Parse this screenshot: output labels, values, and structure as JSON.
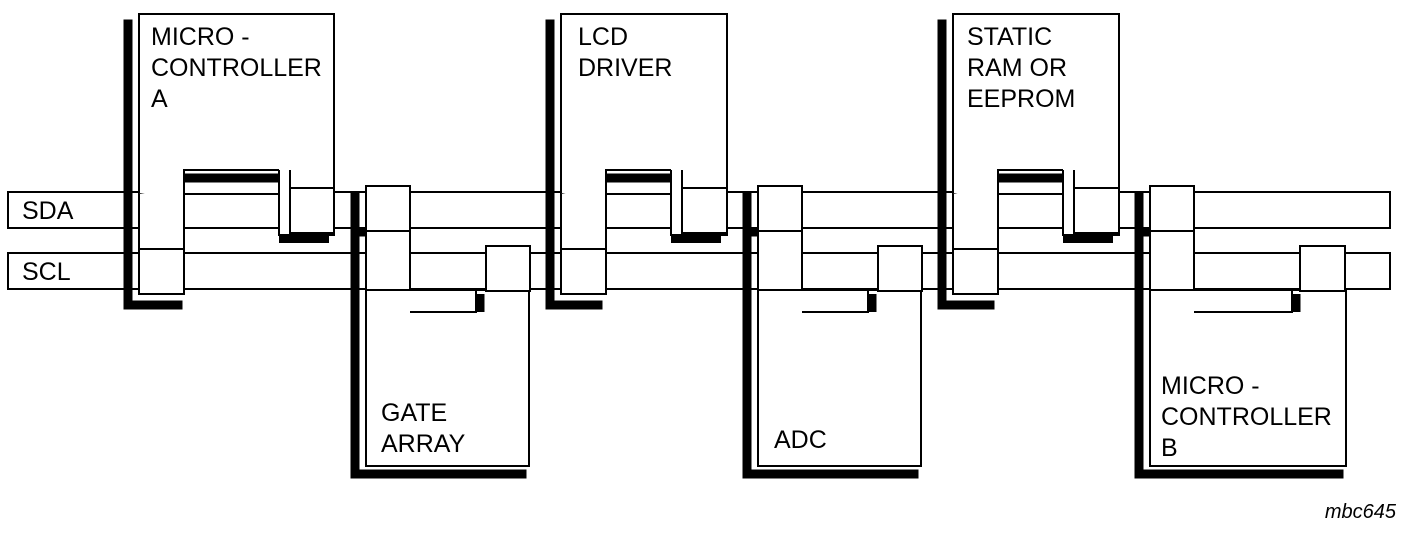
{
  "bus": {
    "sda_label": "SDA",
    "scl_label": "SCL"
  },
  "devices": [
    {
      "id": "mcu-a",
      "lines": [
        "MICRO -",
        "CONTROLLER",
        "A"
      ]
    },
    {
      "id": "gate",
      "lines": [
        "GATE",
        "ARRAY"
      ]
    },
    {
      "id": "lcd",
      "lines": [
        "LCD",
        "DRIVER"
      ]
    },
    {
      "id": "adc",
      "lines": [
        "ADC"
      ]
    },
    {
      "id": "ram",
      "lines": [
        "STATIC",
        "RAM OR",
        "EEPROM"
      ]
    },
    {
      "id": "mcu-b",
      "lines": [
        "MICRO -",
        "CONTROLLER",
        "B"
      ]
    }
  ],
  "figure_ref": "mbc645",
  "colors": {
    "line": "#000000",
    "fill": "#ffffff",
    "shadow": "#000000"
  }
}
